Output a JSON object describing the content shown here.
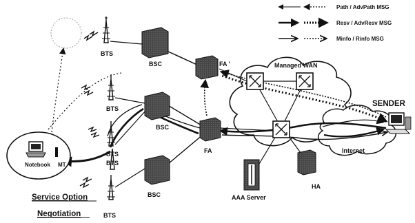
{
  "legend": {
    "path": "Path / AdvPath MSG",
    "resv": "Resv / AdvResv MSG",
    "minfo": "Minfo / Rinfo MSG"
  },
  "nodes": {
    "bts1": "BTS",
    "bts2": "BTS",
    "bts3": "BTS",
    "bts4": "BTS",
    "bts5": "BTS",
    "bsc1": "BSC",
    "bsc2": "BSC",
    "bsc3": "BSC",
    "fa_prime": "FA '",
    "fa": "FA",
    "managed_wan": "Managed WAN",
    "sender": "SENDER",
    "internet": "Internet",
    "aaa_server": "AAA Server",
    "ha": "HA",
    "notebook": "Notebook",
    "mt": "MT"
  },
  "service_option": {
    "line1": "Service Option",
    "line2": "Negotiation"
  }
}
